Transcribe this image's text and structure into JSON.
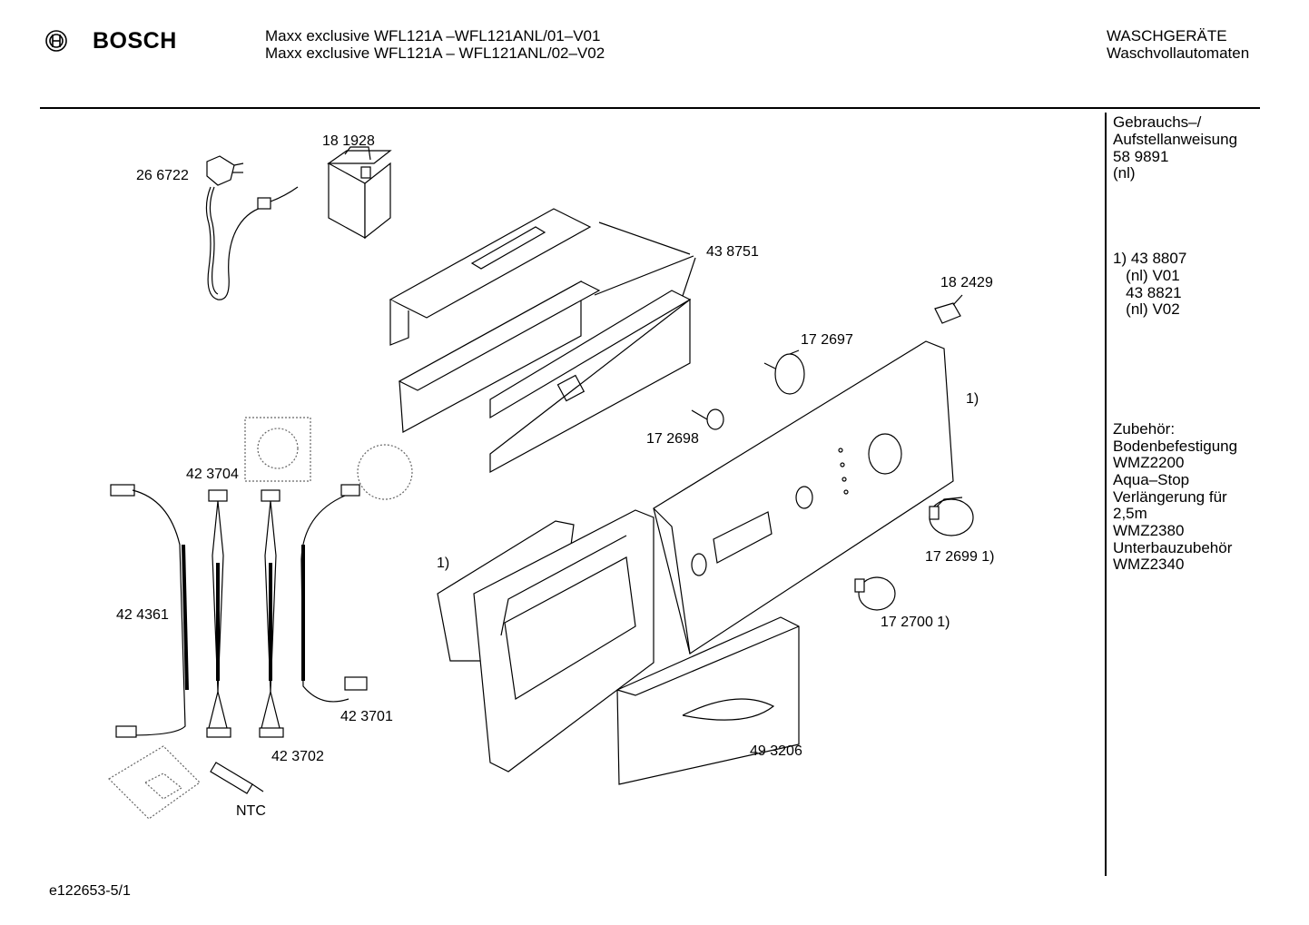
{
  "header": {
    "brand": "BOSCH",
    "model_line1": "Maxx exclusive WFL121A –WFL121ANL/01–V01",
    "model_line2": "Maxx exclusive WFL121A – WFL121ANL/02–V02",
    "category1": "WASCHGERÄTE",
    "category2": "Waschvollautomaten"
  },
  "side_notes": {
    "manual_title1": "Gebrauchs–/",
    "manual_title2": "Aufstellanweisung",
    "manual_number": "58 9891",
    "manual_lang": "(nl)",
    "variant1": "1) 43 8807",
    "variant1_tag": "   (nl) V01",
    "variant2": "   43 8821",
    "variant2_tag": "   (nl) V02",
    "acc_title": "Zubehör:",
    "acc1": "Bodenbefestigung",
    "acc1_code": "WMZ2200",
    "acc2": "Aqua–Stop",
    "acc2b": "Verlängerung für",
    "acc2c": "2,5m",
    "acc2_code": "WMZ2380",
    "acc3": "Unterbauzubehör",
    "acc3_code": "WMZ2340"
  },
  "parts": {
    "p266722": "26 6722",
    "p181928": "18 1928",
    "p438751": "43 8751",
    "p182429": "18 2429",
    "p172697": "17 2697",
    "p172698": "17 2698",
    "note1_right": "1)",
    "note1_left": "1)",
    "p423704": "42 3704",
    "p424361": "42 4361",
    "p423701": "42 3701",
    "p423702": "42 3702",
    "ntc": "NTC",
    "p172699": "17 2699 1)",
    "p172700": "17 2700 1)",
    "p493206": "49 3206"
  },
  "footer": {
    "drawing_id": "e122653-5/1"
  }
}
